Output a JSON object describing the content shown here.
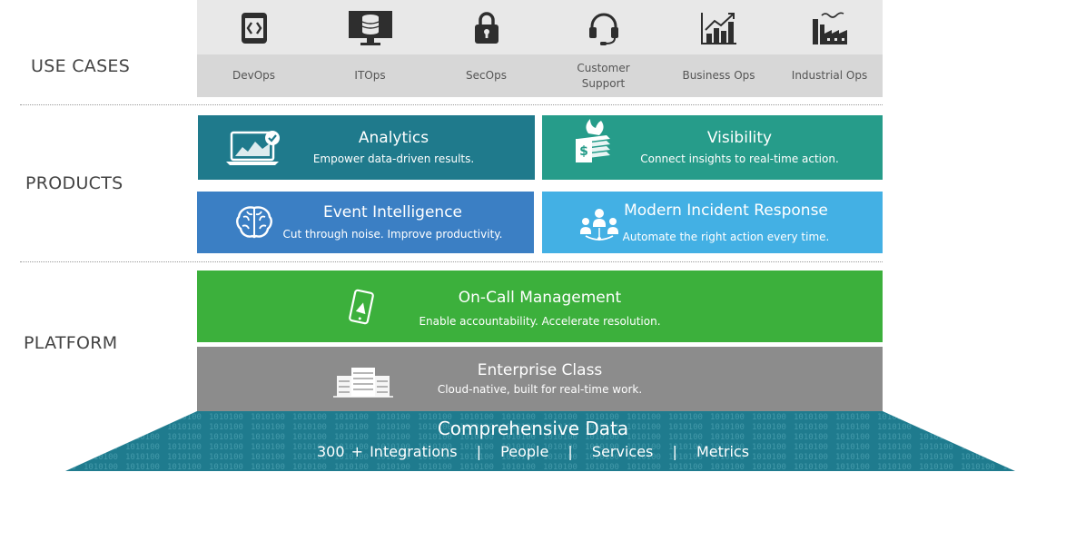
{
  "rows": {
    "use_cases": "USE CASES",
    "products": "PRODUCTS",
    "platform": "PLATFORM"
  },
  "use_cases": [
    {
      "label": "DevOps",
      "icon": "code-device-icon"
    },
    {
      "label": "ITOps",
      "icon": "database-monitor-icon"
    },
    {
      "label": "SecOps",
      "icon": "padlock-icon"
    },
    {
      "label": "Customer Support",
      "icon": "headset-icon"
    },
    {
      "label": "Business Ops",
      "icon": "growth-chart-icon"
    },
    {
      "label": "Industrial Ops",
      "icon": "factory-icon"
    }
  ],
  "products": {
    "analytics": {
      "title": "Analytics",
      "subtitle": "Empower data-driven results.",
      "color": "#1f7a8c",
      "icon": "laptop-chart-icon"
    },
    "visibility": {
      "title": "Visibility",
      "subtitle": "Connect insights to real-time action.",
      "color": "#269c8a",
      "icon": "money-stack-icon"
    },
    "event_intelligence": {
      "title": "Event Intelligence",
      "subtitle": "Cut through noise. Improve productivity.",
      "color": "#3b7fc4",
      "icon": "brain-icon"
    },
    "incident_response": {
      "title": "Modern Incident Response",
      "subtitle": "Automate the right action every time.",
      "color": "#43b0e4",
      "icon": "team-network-icon"
    }
  },
  "platform": {
    "on_call": {
      "title": "On-Call Management",
      "subtitle": "Enable accountability.  Accelerate resolution.",
      "color": "#3cb03c",
      "icon": "mobile-alert-icon"
    },
    "enterprise": {
      "title": "Enterprise  Class",
      "subtitle": "Cloud-native,  built for real-time work.",
      "color": "#8c8c8c",
      "icon": "server-rack-icon"
    }
  },
  "data": {
    "title": "Comprehensive Data",
    "items": [
      "300 + Integrations",
      "People",
      "Services",
      "Metrics"
    ],
    "separator": "|",
    "color": "#1f7b8e"
  }
}
